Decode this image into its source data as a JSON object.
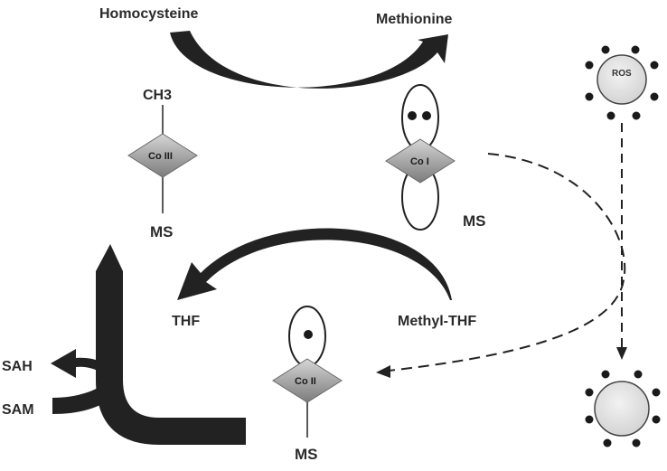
{
  "labels": {
    "homocysteine": "Homocysteine",
    "methionine": "Methionine",
    "thf": "THF",
    "methyl_thf": "Methyl-THF",
    "sah": "SAH",
    "sam": "SAM",
    "ch3": "CH3",
    "ros": "ROS"
  },
  "cobalt": {
    "co_iii": "Co III",
    "co_i": "Co I",
    "co_ii": "Co II",
    "ms_iii": "MS",
    "ms_i": "MS",
    "ms_ii": "MS"
  },
  "colors": {
    "arrow": "#222222",
    "diamond": "#a8a8a8",
    "sphere": "#e4e4e4",
    "dot": "#1a1a1a"
  }
}
